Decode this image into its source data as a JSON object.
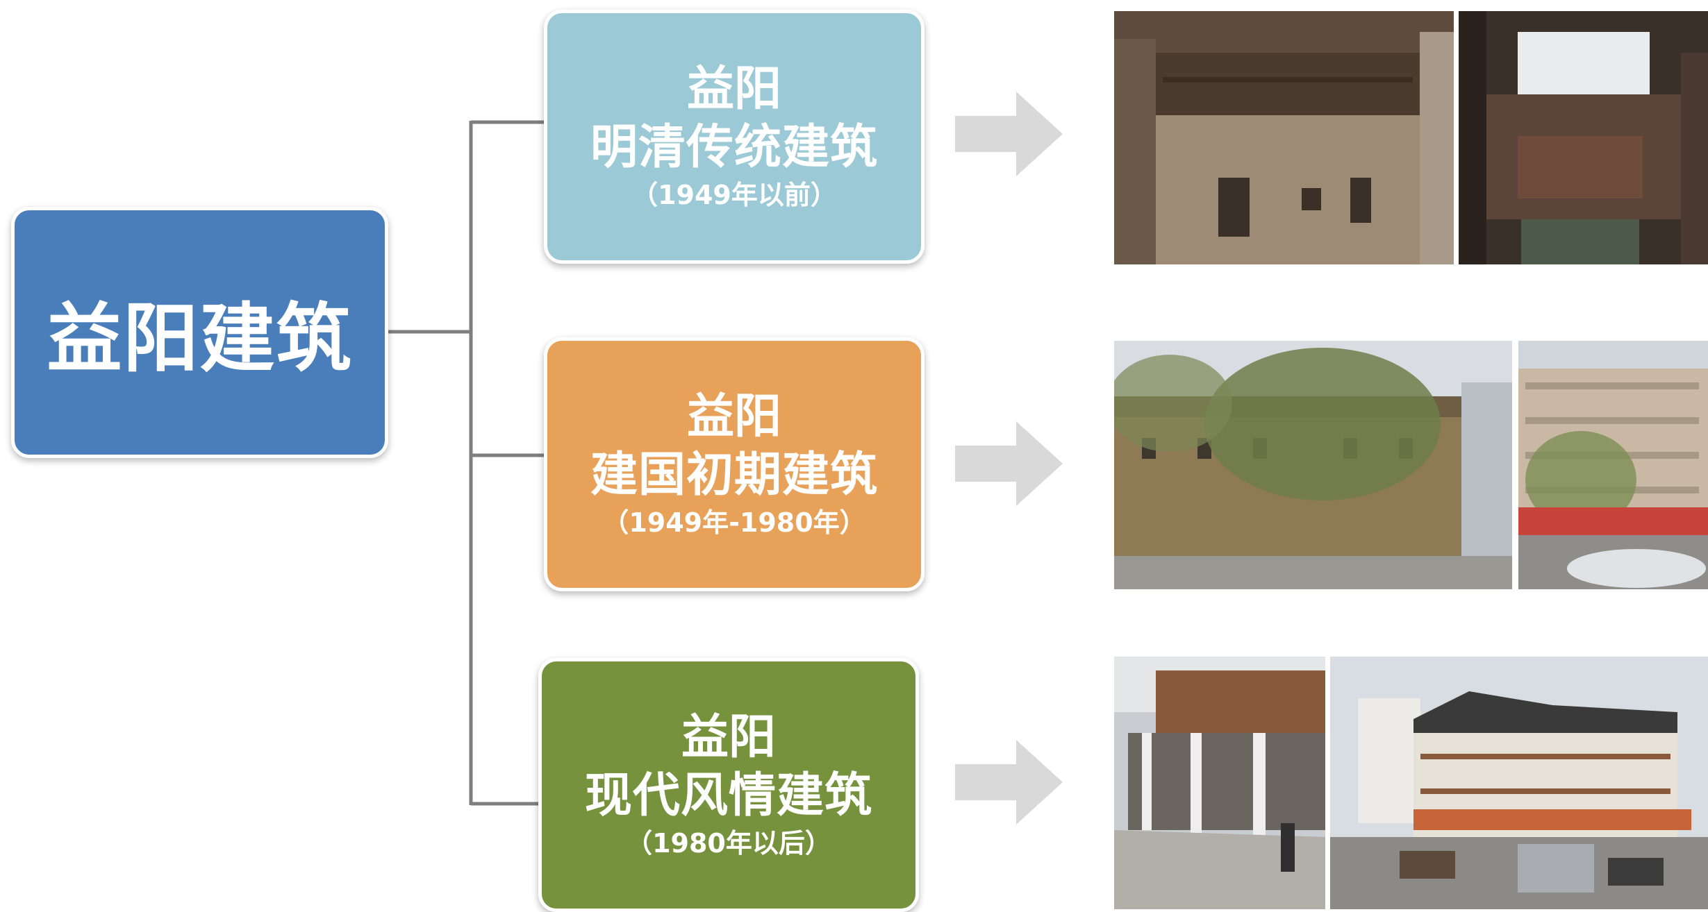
{
  "root": {
    "label": "益阳建筑",
    "color": "#4a7ebb"
  },
  "categories": [
    {
      "line1": "益阳",
      "line2": "明清传统建筑",
      "period": "（1949年以前）",
      "color": "#9bc9d6"
    },
    {
      "line1": "益阳",
      "line2": "建国初期建筑",
      "period": "（1949年-1980年）",
      "color": "#e8a159"
    },
    {
      "line1": "益阳",
      "line2": "现代风情建筑",
      "period": "（1980年以后）",
      "color": "#76923c"
    }
  ],
  "colors": {
    "connector": "#7f7f7f",
    "arrow": "#d9d9d9"
  },
  "photos": [
    "old-courtyard-house-facade-photo",
    "wooden-courtyard-interior-photo",
    "early-era-street-building-photo",
    "apartment-block-with-shops-photo",
    "modern-arcade-street-photo",
    "modern-traditional-style-complex-photo"
  ]
}
